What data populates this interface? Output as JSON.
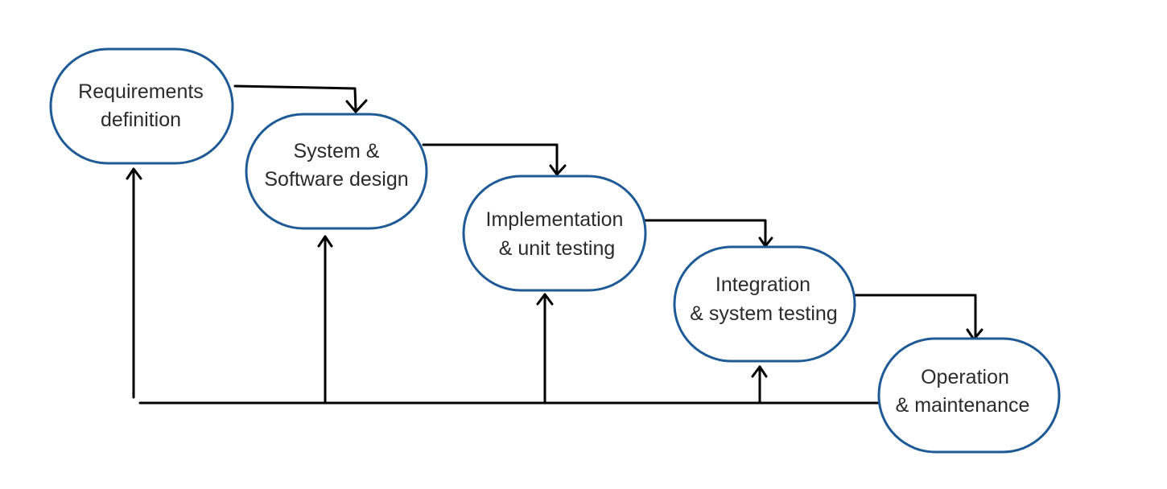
{
  "diagram": {
    "colors": {
      "node_border": "#1d5a96",
      "node_fill": "#ffffff",
      "connector": "#000000",
      "text": "#2b2b2b"
    },
    "stages": [
      {
        "id": "requirements",
        "line1": "Requirements",
        "line2": "definition"
      },
      {
        "id": "design",
        "line1": "System &",
        "line2": "Software design"
      },
      {
        "id": "implementation",
        "line1": "Implementation",
        "line2": "& unit testing"
      },
      {
        "id": "integration",
        "line1": "Integration",
        "line2": "& system testing"
      },
      {
        "id": "operation",
        "line1": "Operation",
        "line2": "& maintenance"
      }
    ]
  }
}
